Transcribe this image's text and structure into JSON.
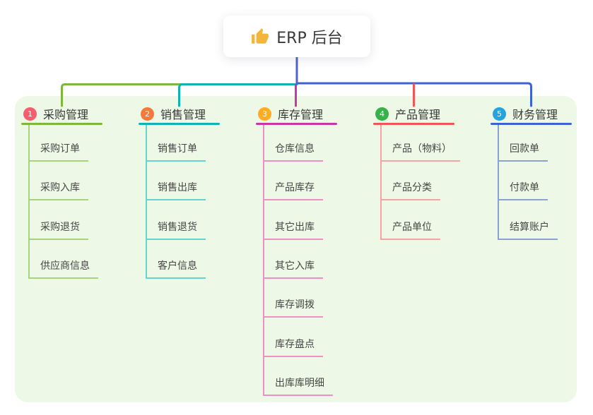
{
  "root": {
    "title": "ERP 后台",
    "icon": "thumbs-up-icon",
    "trunk_color": "#5263cc"
  },
  "canvas": {
    "panel_color": "#edf8e6"
  },
  "branches": [
    {
      "index": "1",
      "label": "采购管理",
      "badge_color": "#f65e70",
      "color": "#7db83d",
      "child_color": "#a6d47e",
      "children": [
        "采购订单",
        "采购入库",
        "采购退货",
        "供应商信息"
      ]
    },
    {
      "index": "2",
      "label": "销售管理",
      "badge_color": "#f5793b",
      "color": "#0fb3b3",
      "child_color": "#67d3cd",
      "children": [
        "销售订单",
        "销售出库",
        "销售退货",
        "客户信息"
      ]
    },
    {
      "index": "3",
      "label": "库存管理",
      "badge_color": "#ffac1f",
      "color": "#ca36a2",
      "child_color": "#ee8fc6",
      "children": [
        "仓库信息",
        "产品库存",
        "其它出库",
        "其它入库",
        "库存调拨",
        "库存盘点",
        "出库库明细"
      ]
    },
    {
      "index": "4",
      "label": "产品管理",
      "badge_color": "#33b348",
      "color": "#f25555",
      "child_color": "#f8a3a3",
      "children": [
        "产品（物料）",
        "产品分类",
        "产品单位"
      ]
    },
    {
      "index": "5",
      "label": "财务管理",
      "badge_color": "#23a3e0",
      "color": "#3d63d2",
      "child_color": "#8ba0d3",
      "children": [
        "回款单",
        "付款单",
        "结算账户"
      ]
    }
  ]
}
